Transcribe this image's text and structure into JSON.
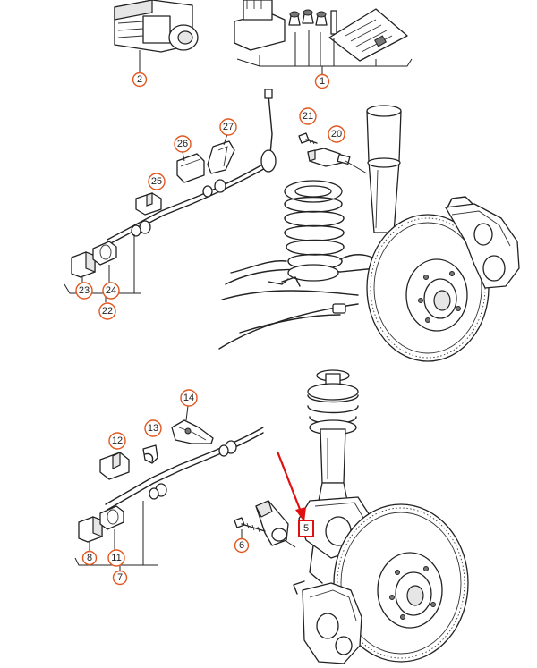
{
  "callouts": {
    "c1": "1",
    "c2": "2",
    "c5": "5",
    "c6": "6",
    "c7": "7",
    "c8": "8",
    "c11": "11",
    "c12": "12",
    "c13": "13",
    "c14": "14",
    "c20": "20",
    "c21": "21",
    "c22": "22",
    "c23": "23",
    "c24": "24",
    "c25": "25",
    "c26": "26",
    "c27": "27"
  },
  "colors": {
    "callout_outline": "#e2571f",
    "highlight": "#e01010",
    "line": "#222222"
  },
  "highlighted_part": "5"
}
